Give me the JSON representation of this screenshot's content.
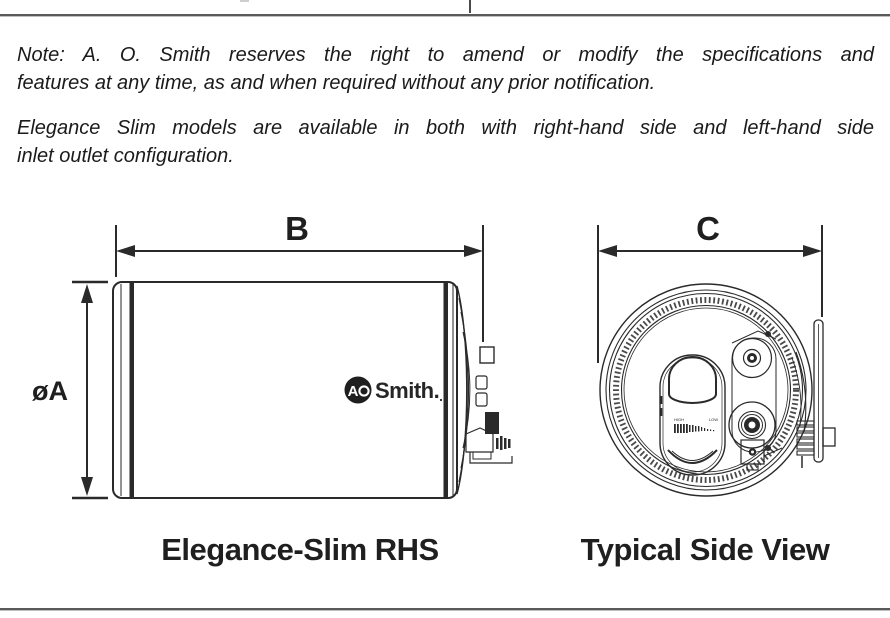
{
  "note": {
    "lines": [
      "Note: A. O. Smith reserves the right to amend or modify the specifications and",
      "features at any time, as and when required without any prior notification."
    ]
  },
  "availability": {
    "lines": [
      "Elegance Slim models are available in both with right-hand side and left-hand side",
      "inlet outlet configuration."
    ]
  },
  "front_view": {
    "caption": "Elegance-Slim RHS",
    "dim_width_label": "B",
    "dim_diameter_label": "øA",
    "logo": {
      "monogram": "A",
      "wordmark": "Smith."
    }
  },
  "side_view": {
    "caption": "Typical Side View",
    "dim_width_label": "C",
    "scale_high_label": "HIGH",
    "scale_low_label": "LOW"
  },
  "colors": {
    "ink": "#2a2a2a",
    "rule_gray": "#58595b",
    "logo_badge": "#1f1f1f",
    "background": "#ffffff"
  }
}
